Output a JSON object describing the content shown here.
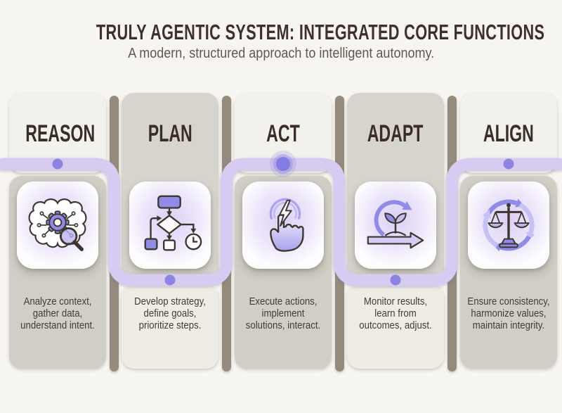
{
  "header": {
    "title": "TRULY AGENTIC SYSTEM: INTEGRATED CORE FUNCTIONS",
    "subtitle": "A modern, structured approach to intelligent autonomy."
  },
  "columns": [
    {
      "title": "REASON",
      "icon": "brain-circuit-magnifier-icon",
      "tone": "light",
      "connector_dot": "top",
      "description": "Analyze context,\ngather data,\nunderstand intent."
    },
    {
      "title": "PLAN",
      "icon": "flowchart-icon",
      "tone": "gray",
      "connector_dot": "bottom",
      "description": "Develop strategy,\ndefine goals,\nprioritize steps."
    },
    {
      "title": "ACT",
      "icon": "tap-gesture-lightning-icon",
      "tone": "light",
      "connector_dot": "top-glow",
      "description": "Execute actions,\nimplement\nsolutions, interact."
    },
    {
      "title": "ADAPT",
      "icon": "iterate-sprout-arrow-icon",
      "tone": "gray",
      "connector_dot": "bottom",
      "description": "Monitor results,\nlearn from\noutcomes, adjust."
    },
    {
      "title": "ALIGN",
      "icon": "balance-scales-cycle-icon",
      "tone": "light",
      "connector_dot": "top",
      "description": "Ensure consistency,\nharmonize values,\nmaintain integrity."
    }
  ],
  "colors": {
    "background": "#f7f5f1",
    "card_light": "#f2f1ec",
    "card_gray": "#d5d3cb",
    "separator": "#948a7d",
    "ribbon": "#d8cbf1",
    "dot": "#8b84e0",
    "icon_purple": "#8f8ce8",
    "title_text": "#3f3029",
    "body_text": "#473a30"
  }
}
